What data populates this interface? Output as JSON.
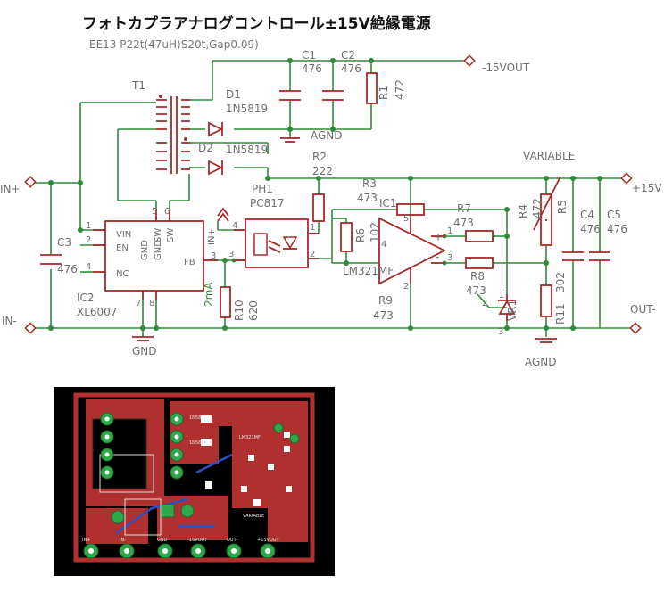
{
  "title": "フォトカプラアナログコントロール±15V絶縁電源",
  "subtitle": "EE13 P22t(47uH)S20t,Gap0.09)",
  "nets": {
    "in_plus": "IN+",
    "in_minus": "IN-",
    "gnd": "GND",
    "agnd_top": "AGND",
    "agnd_bottom": "AGND",
    "minus15": "-15VOUT",
    "plus15": "+15V",
    "out_minus": "OUT-",
    "current": "2mA",
    "ph_in": "IN+",
    "variable": "VARIABLE"
  },
  "parts": {
    "t1": "T1",
    "c1": {
      "name": "C1",
      "value": "476"
    },
    "c2": {
      "name": "C2",
      "value": "476"
    },
    "c3": {
      "name": "C3",
      "value": "476"
    },
    "c4": {
      "name": "C4",
      "value": "476"
    },
    "c5": {
      "name": "C5",
      "value": "476"
    },
    "r1": {
      "name": "R1",
      "value": "472"
    },
    "r2": {
      "name": "R2",
      "value": "222"
    },
    "r3": {
      "name": "R3",
      "value": "473"
    },
    "r4": {
      "name": "R4",
      "value": "472"
    },
    "r5": "R5",
    "r6": {
      "name": "R6",
      "value": "102"
    },
    "r7": {
      "name": "R7",
      "value": "473"
    },
    "r8": {
      "name": "R8",
      "value": "473"
    },
    "r9": {
      "name": "R9",
      "value": "473"
    },
    "r10": {
      "name": "R10",
      "value": "620"
    },
    "r11": {
      "name": "R11",
      "value": "302"
    },
    "d1": {
      "name": "D1",
      "value": "1N5819"
    },
    "d2": {
      "name": "D2",
      "value": "1N5819"
    },
    "ph1": {
      "name": "PH1",
      "value": "PC817"
    },
    "ic1": {
      "name": "IC1",
      "value": "LM321MF"
    },
    "ic2": {
      "name": "IC2",
      "value": "XL6007"
    },
    "vr1": "VR1"
  },
  "ic2_pins": {
    "vin": "VIN",
    "en": "EN",
    "nc": "NC",
    "gnd1": "GND",
    "gnd2": "GND",
    "sw1": "SW",
    "sw2": "SW",
    "fb": "FB",
    "n1": "1",
    "n2": "2",
    "n3": "3",
    "n4": "4",
    "n5": "5",
    "n6": "6",
    "n7": "7",
    "n8": "8"
  },
  "pin_numbers": {
    "ph_4": "4",
    "ph_1": "1",
    "ph_2": "2",
    "ic1_4": "4",
    "ic1_5": "5",
    "ic1_1": "1",
    "ic1_3": "3",
    "ic1_2": "2",
    "vr_1": "1",
    "vr_2": "2",
    "vr_3": "3",
    "ic1_plus": "+",
    "ic1_minus": "-"
  },
  "pcb": {
    "labels": [
      "IN+",
      "IN-",
      "GND",
      "-15VOUT",
      "OUT-",
      "+15VOUT",
      "VARIABLE",
      "1N5819",
      "1N5819",
      "LM321MF"
    ]
  },
  "colors": {
    "wire": "#2e8b3a",
    "part": "#a52a2a",
    "text": "#6e6e6e",
    "pcb_bg": "#000000",
    "pcb_copper": "#b03030",
    "pcb_pad": "#2ea84a"
  }
}
